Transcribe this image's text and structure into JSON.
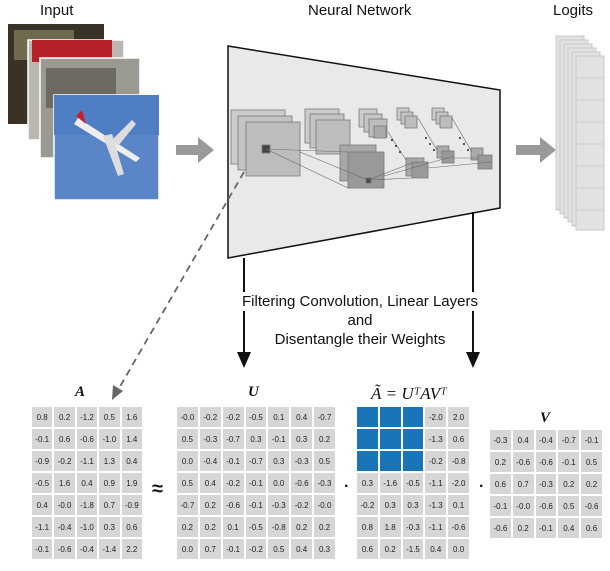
{
  "labels": {
    "input": "Input",
    "network": "Neural Network",
    "logits": "Logits",
    "mid_line1": "Filtering Convolution, Linear Layers",
    "mid_line2": "and",
    "mid_line3": "Disentangle their Weights",
    "approx": "≈",
    "dot1": "·",
    "dot2": "·"
  },
  "matrices": {
    "A": {
      "label": "A",
      "rows": [
        [
          "0.8",
          "0.2",
          "-1.2",
          "0.5",
          "1.6"
        ],
        [
          "-0.1",
          "0.6",
          "-0.6",
          "-1.0",
          "1.4"
        ],
        [
          "-0.9",
          "-0.2",
          "-1.1",
          "1.3",
          "0.4"
        ],
        [
          "-0.5",
          "1.6",
          "0.4",
          "0.9",
          "1.9"
        ],
        [
          "0.4",
          "-0.0",
          "-1.8",
          "0.7",
          "-0.9"
        ],
        [
          "-1.1",
          "-0.4",
          "-1.0",
          "0.3",
          "0.6"
        ],
        [
          "-0.1",
          "-0.6",
          "-0.4",
          "-1.4",
          "2.2"
        ]
      ]
    },
    "U": {
      "label": "U",
      "rows": [
        [
          "-0.0",
          "-0.2",
          "-0.2",
          "-0.5",
          "0.1",
          "0.4",
          "-0.7"
        ],
        [
          "0.5",
          "-0.3",
          "-0.7",
          "0.3",
          "-0.1",
          "0.3",
          "0.2"
        ],
        [
          "0.0",
          "-0.4",
          "-0.1",
          "-0.7",
          "0.3",
          "-0.3",
          "0.5"
        ],
        [
          "0.5",
          "0.4",
          "-0.2",
          "-0.1",
          "0.0",
          "-0.6",
          "-0.3"
        ],
        [
          "-0.7",
          "0.2",
          "-0.6",
          "-0.1",
          "-0.3",
          "-0.2",
          "-0.0"
        ],
        [
          "0.2",
          "0.2",
          "0.1",
          "-0.5",
          "-0.8",
          "0.2",
          "0.2"
        ],
        [
          "0.0",
          "0.7",
          "-0.1",
          "-0.2",
          "0.5",
          "0.4",
          "0.3"
        ]
      ]
    },
    "Atilde": {
      "label": "Ã = UᵀAVᵀ",
      "rows": [
        [
          "",
          "",
          "",
          "-2.0",
          "2.0"
        ],
        [
          "",
          "",
          "",
          "-1.3",
          "0.6"
        ],
        [
          "",
          "",
          "",
          "-0.2",
          "-0.8"
        ],
        [
          "0.3",
          "-1.6",
          "-0.5",
          "-1.1",
          "-2.0"
        ],
        [
          "-0.2",
          "0.3",
          "0.3",
          "-1.3",
          "0.1"
        ],
        [
          "0.8",
          "1.8",
          "-0.3",
          "-1.1",
          "-0.6"
        ],
        [
          "0.6",
          "0.2",
          "-1.5",
          "0.4",
          "0.0"
        ]
      ]
    },
    "V": {
      "label": "V",
      "rows": [
        [
          "-0.3",
          "0.4",
          "-0.4",
          "-0.7",
          "-0.1"
        ],
        [
          "0.2",
          "-0.6",
          "-0.6",
          "-0.1",
          "0.5"
        ],
        [
          "0.6",
          "0.7",
          "-0.3",
          "0.2",
          "0.2"
        ],
        [
          "-0.1",
          "-0.0",
          "-0.6",
          "0.5",
          "-0.6"
        ],
        [
          "-0.6",
          "0.2",
          "-0.1",
          "0.4",
          "0.6"
        ]
      ]
    }
  }
}
